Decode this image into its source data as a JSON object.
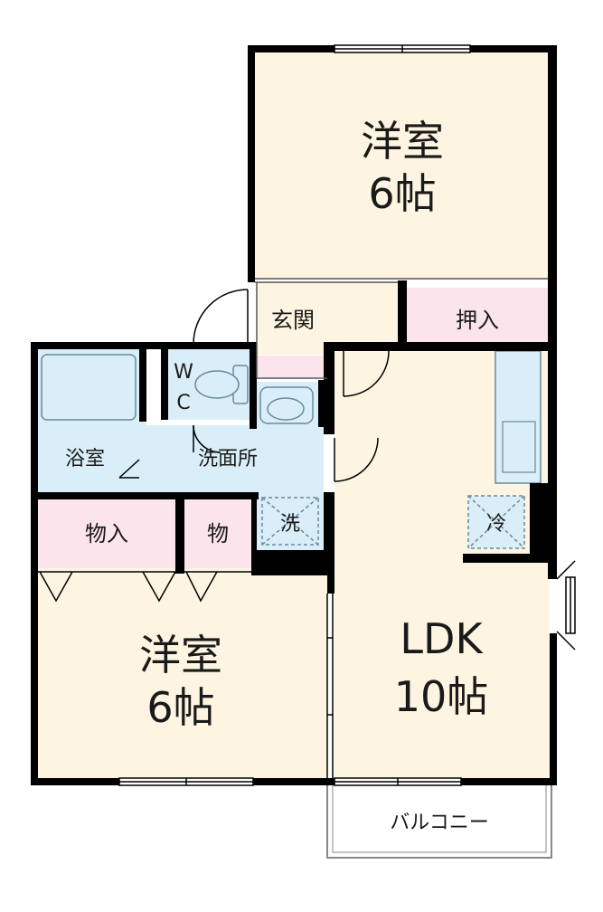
{
  "colors": {
    "room": "#fdf5e2",
    "wet": "#d9eef8",
    "storage": "#fbe4ec",
    "wall": "#000000",
    "fixture_stroke": "#6a8a99",
    "balcony": "#ffffff"
  },
  "rooms": {
    "western_top": {
      "name": "洋室",
      "size": "6帖"
    },
    "western_bottom": {
      "name": "洋室",
      "size": "6帖"
    },
    "ldk": {
      "name": "LDK",
      "size": "10帖"
    },
    "entrance": "玄関",
    "closet_oshiire": "押入",
    "bath": "浴室",
    "washroom": "洗面所",
    "wc_w": "W",
    "wc_c": "C",
    "storage_a": "物入",
    "storage_b": "物",
    "washer": "洗",
    "fridge": "冷",
    "balcony": "バルコニー"
  }
}
